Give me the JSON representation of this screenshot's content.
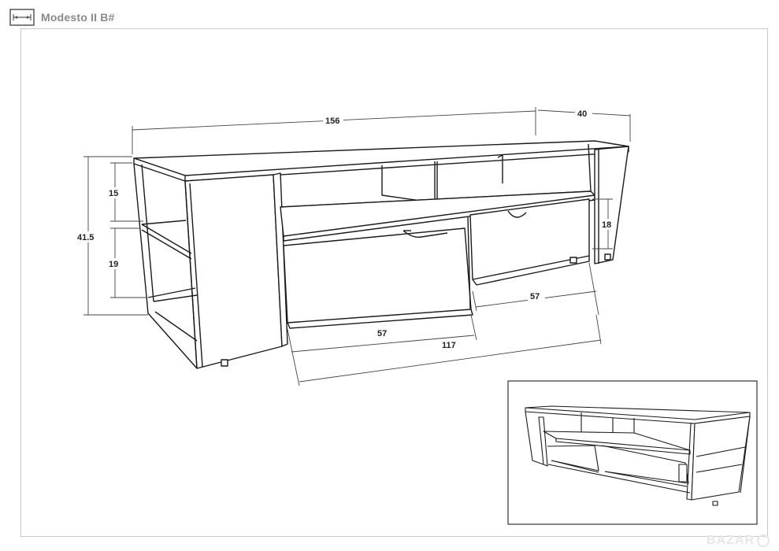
{
  "header": {
    "title": "Modesto II B#",
    "logo": "drawing-logo-icon"
  },
  "dimensions": {
    "width": "156",
    "depth": "40",
    "height": "41.5",
    "shelf_top": "15",
    "shelf_bottom": "19",
    "drawer_height": "18",
    "drawer_left_width": "57",
    "drawer_right_width": "57",
    "drawers_total": "117"
  },
  "watermark": {
    "text": "BAZAR"
  }
}
